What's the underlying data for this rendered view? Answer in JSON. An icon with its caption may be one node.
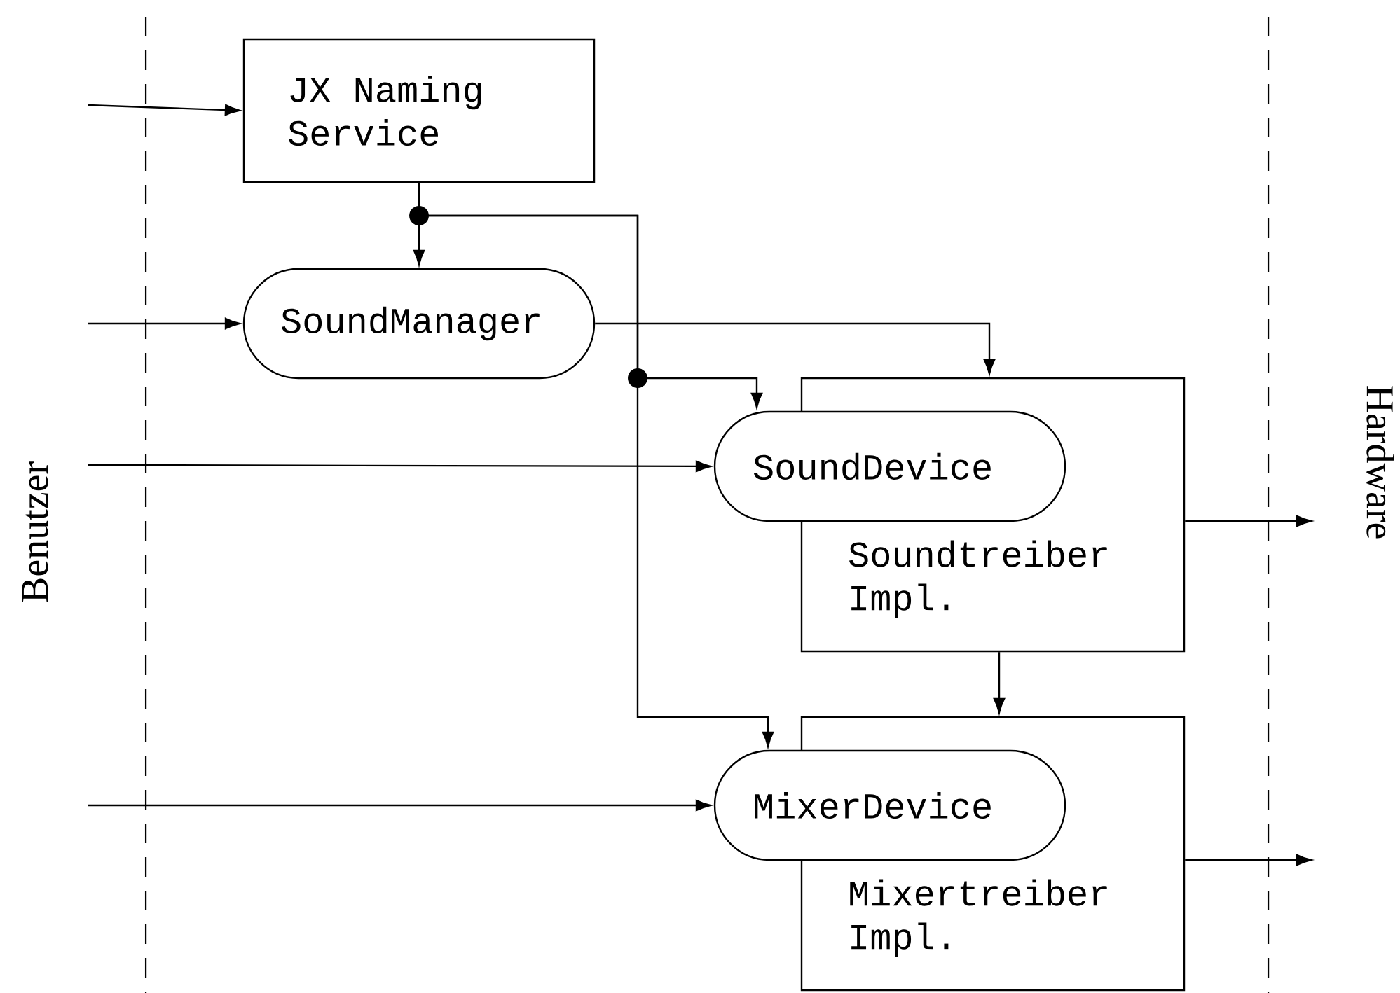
{
  "diagram": {
    "nodes": [
      {
        "text": [
          "JX Naming Service"
        ]
      },
      {
        "text": [
          "SoundManager"
        ]
      },
      {
        "text": [
          "Soundtreiber Impl."
        ]
      },
      {
        "text": [
          "SoundDevice"
        ]
      },
      {
        "text": [
          "Mixertreiber Impl."
        ]
      },
      {
        "text": [
          "MixerDevice"
        ]
      }
    ],
    "edges": [
      {
        "from": null,
        "to": 0,
        "arrow": "to"
      },
      {
        "from": null,
        "to": 1,
        "arrow": "to"
      },
      {
        "from": null,
        "to": 3,
        "arrow": "to"
      },
      {
        "from": null,
        "to": 5,
        "arrow": "to"
      },
      {
        "from": 0,
        "to": 1,
        "arrow": "to"
      },
      {
        "from": 0,
        "to": 3,
        "arrow": "to"
      },
      {
        "from": 0,
        "to": 5,
        "arrow": "to"
      },
      {
        "from": 1,
        "to": 2,
        "arrow": "to"
      },
      {
        "from": 2,
        "to": 4,
        "arrow": "to"
      },
      {
        "from": 2,
        "to": null,
        "arrow": "to"
      },
      {
        "from": 4,
        "to": null,
        "arrow": "to"
      }
    ],
    "labels": [
      "Benutzer",
      "Hardware"
    ]
  }
}
